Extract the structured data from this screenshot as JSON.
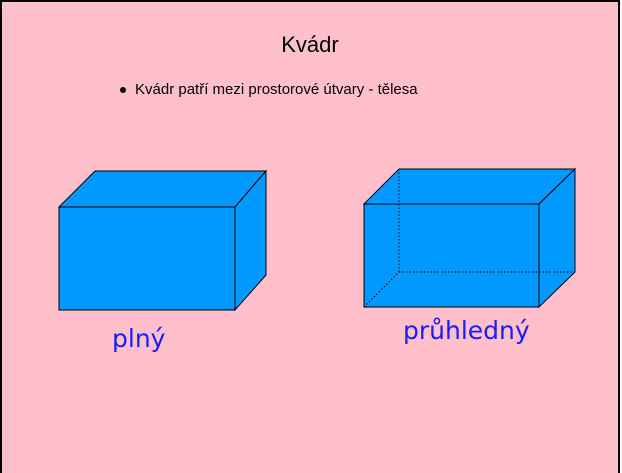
{
  "slide": {
    "title": "Kvádr",
    "bullet": "Kvádr patří mezi prostorové útvary - tělesa",
    "colors": {
      "background": "#ffc0cb",
      "cuboid_fill": "#0099ff",
      "label_color": "#1a1aff"
    }
  },
  "figures": [
    {
      "kind": "solid-cuboid",
      "label": "plný"
    },
    {
      "kind": "transparent-cuboid",
      "label": "průhledný"
    }
  ]
}
